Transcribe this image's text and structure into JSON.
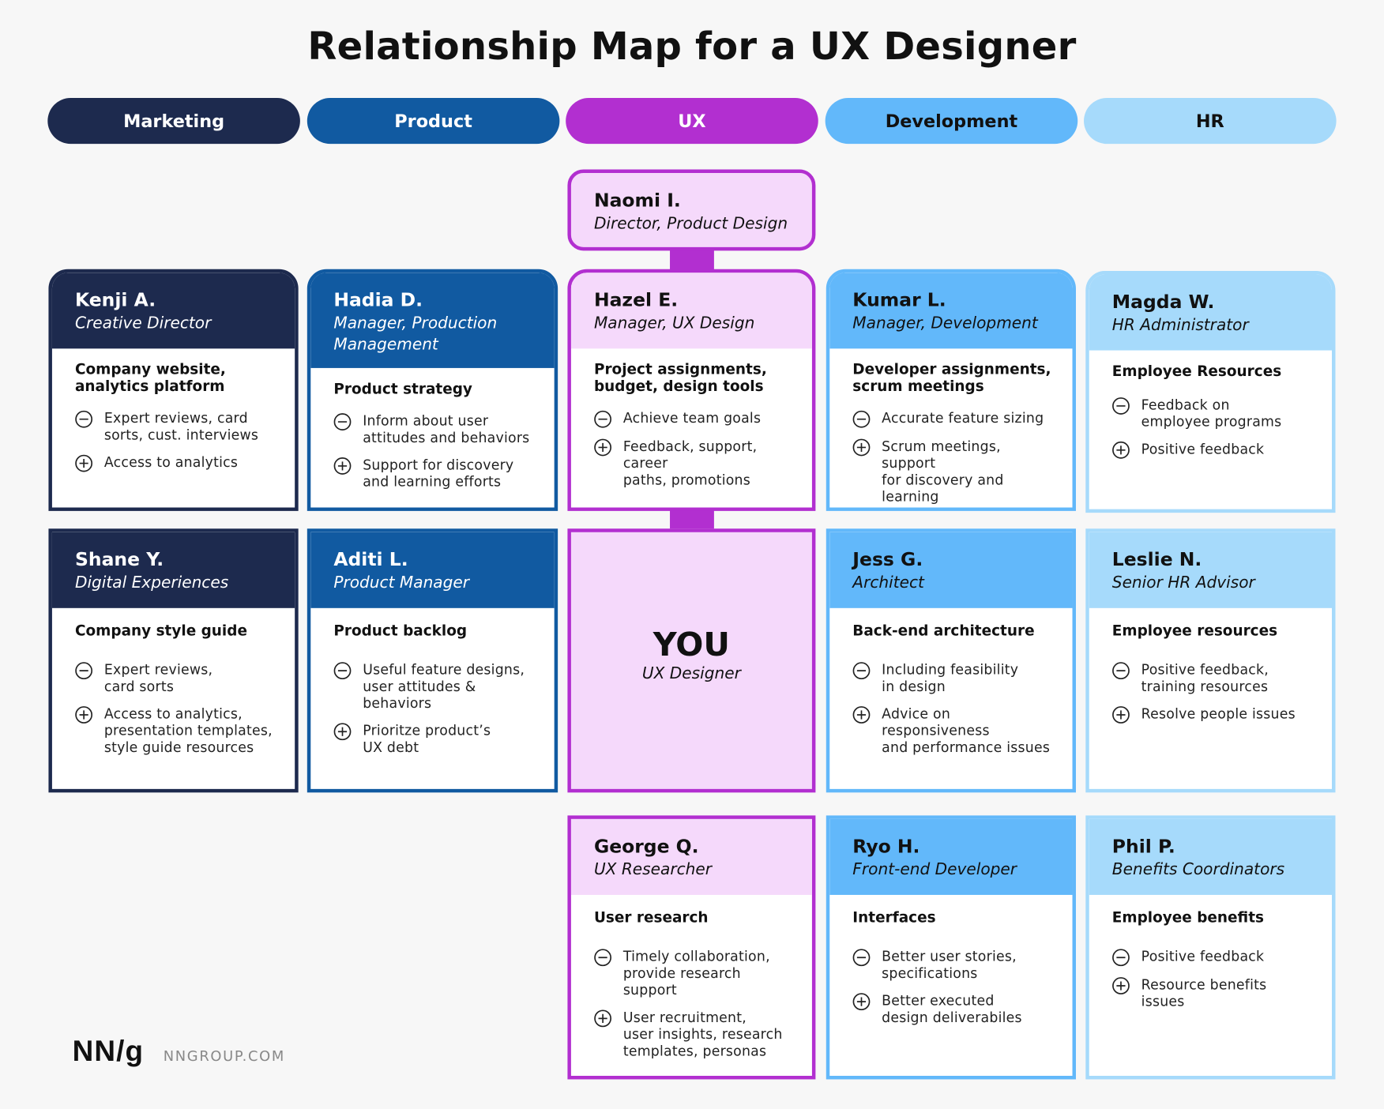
{
  "title": "Relationship Map for a UX Designer",
  "colors": {
    "marketing": "#1d2a4e",
    "product": "#115aa1",
    "ux": "#b22fd0",
    "ux_light": "#f5d9fb",
    "development": "#62b8fa",
    "hr": "#a6dafb"
  },
  "departments": [
    "Marketing",
    "Product",
    "UX",
    "Development",
    "HR"
  ],
  "cards": {
    "naomi": {
      "name": "Naomi I.",
      "role": "Director, Product Design"
    },
    "kenji": {
      "name": "Kenji A.",
      "role": "Creative Director",
      "focus": "Company website,\nanalytics platform",
      "minus": "Expert reviews, card\nsorts, cust. interviews",
      "plus": "Access to analytics"
    },
    "hadia": {
      "name": "Hadia D.",
      "role": "Manager, Production\nManagement",
      "focus": "Product strategy",
      "minus": "Inform about user\nattitudes and behaviors",
      "plus": "Support for discovery\nand learning efforts"
    },
    "hazel": {
      "name": "Hazel E.",
      "role": "Manager, UX Design",
      "focus": "Project assignments,\nbudget, design tools",
      "minus": "Achieve team goals",
      "plus": "Feedback, support, career\npaths, promotions"
    },
    "kumar": {
      "name": "Kumar L.",
      "role": "Manager, Development",
      "focus": "Developer assignments,\nscrum meetings",
      "minus": "Accurate feature sizing",
      "plus": "Scrum meetings, support\nfor discovery and learning"
    },
    "magda": {
      "name": "Magda W.",
      "role": "HR Administrator",
      "focus": "Employee Resources",
      "minus": "Feedback on\nemployee programs",
      "plus": "Positive feedback"
    },
    "shane": {
      "name": "Shane Y.",
      "role": "Digital Experiences",
      "focus": "Company style guide",
      "minus": "Expert reviews,\ncard sorts",
      "plus": "Access to analytics,\npresentation templates,\nstyle guide resources"
    },
    "aditi": {
      "name": "Aditi L.",
      "role": "Product Manager",
      "focus": "Product backlog",
      "minus": "Useful feature designs,\nuser attitudes & behaviors",
      "plus": "Prioritze product’s\nUX debt"
    },
    "you": {
      "name": "YOU",
      "role": "UX Designer"
    },
    "jess": {
      "name": "Jess G.",
      "role": "Architect",
      "focus": "Back-end architecture",
      "minus": "Including feasibility\nin design",
      "plus": "Advice on responsiveness\nand performance issues"
    },
    "leslie": {
      "name": "Leslie N.",
      "role": "Senior HR Advisor",
      "focus": "Employee resources",
      "minus": "Positive feedback,\ntraining resources",
      "plus": "Resolve people issues"
    },
    "george": {
      "name": "George Q.",
      "role": "UX Researcher",
      "focus": "User research",
      "minus": "Timely collaboration,\nprovide research support",
      "plus": "User recruitment,\nuser insights, research\ntemplates, personas"
    },
    "ryo": {
      "name": "Ryo H.",
      "role": "Front-end Developer",
      "focus": "Interfaces",
      "minus": "Better user stories,\nspecifications",
      "plus": "Better executed\ndesign deliverabiles"
    },
    "phil": {
      "name": "Phil P.",
      "role": "Benefits Coordinators",
      "focus": "Employee benefits",
      "minus": "Positive feedback",
      "plus": "Resource benefits issues"
    }
  },
  "footer": {
    "logo": "NN/g",
    "url": "NNGROUP.COM"
  }
}
